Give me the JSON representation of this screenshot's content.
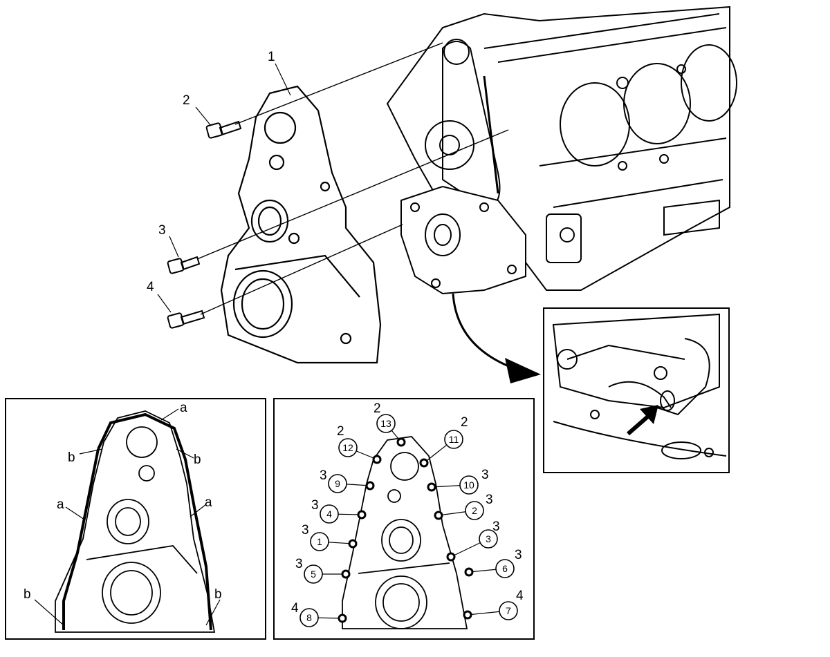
{
  "main_view": {
    "callouts": [
      "1",
      "2",
      "3",
      "4"
    ]
  },
  "panel_gasket": {
    "labels": [
      "a",
      "b",
      "b",
      "a",
      "a",
      "b",
      "b"
    ]
  },
  "panel_sequence": {
    "callouts": [
      {
        "seq": "13",
        "bolt": "2"
      },
      {
        "seq": "12",
        "bolt": "2"
      },
      {
        "seq": "11",
        "bolt": "2"
      },
      {
        "seq": "9",
        "bolt": "3"
      },
      {
        "seq": "10",
        "bolt": "3"
      },
      {
        "seq": "4",
        "bolt": "3"
      },
      {
        "seq": "2",
        "bolt": "3"
      },
      {
        "seq": "1",
        "bolt": "3"
      },
      {
        "seq": "3",
        "bolt": "3"
      },
      {
        "seq": "5",
        "bolt": "3"
      },
      {
        "seq": "6",
        "bolt": "3"
      },
      {
        "seq": "8",
        "bolt": "4"
      },
      {
        "seq": "7",
        "bolt": "4"
      }
    ]
  },
  "icons": [
    "bolt-icon",
    "curved-arrow-icon",
    "pointer-arrow-icon"
  ],
  "colors": {
    "line": "#000000",
    "background": "#ffffff"
  }
}
